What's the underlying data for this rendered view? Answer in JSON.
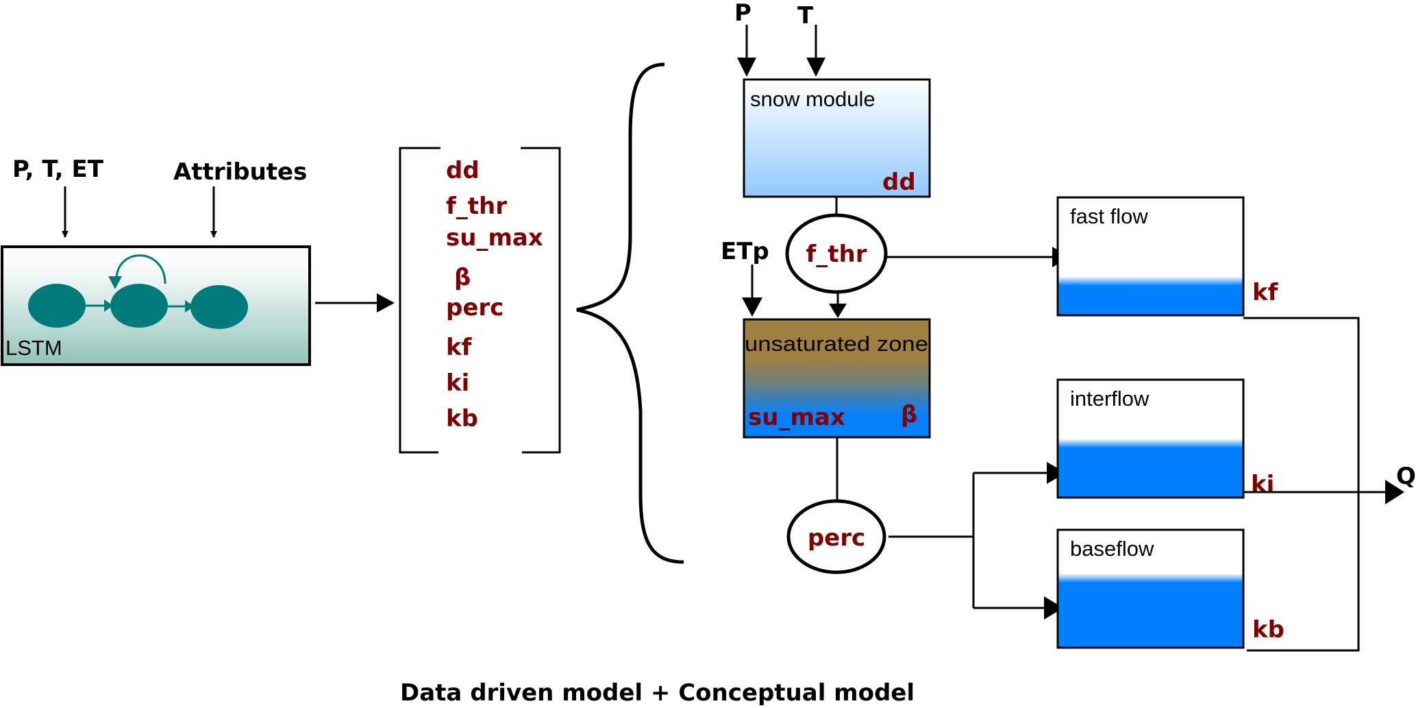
{
  "caption": "Data driven model + Conceptual model",
  "lstm": {
    "label": "LSTM",
    "inputs": [
      "P, T, ET",
      "Attributes"
    ],
    "node_color": "#007b7b"
  },
  "parameter_vector": {
    "items": [
      "dd",
      "f_thr",
      "su_max",
      "β",
      "perc",
      "kf",
      "ki",
      "kb"
    ]
  },
  "conceptual_model": {
    "snow_inputs": [
      "P",
      "T"
    ],
    "snow_module": {
      "label": "snow module",
      "param": "dd"
    },
    "threshold": {
      "label": "f_thr"
    },
    "etp_input": "ETp",
    "unsaturated_zone": {
      "label": "unsaturated zone",
      "params": [
        "su_max",
        "β"
      ]
    },
    "percolation": {
      "label": "perc"
    },
    "reservoirs": [
      {
        "label": "fast flow",
        "param": "kf",
        "water_level": 0.25
      },
      {
        "label": "interflow",
        "param": "ki",
        "water_level": 0.42
      },
      {
        "label": "baseflow",
        "param": "kb",
        "water_level": 0.55
      }
    ],
    "output": "Q"
  },
  "colors": {
    "param_text": "#800000",
    "water_blue": "#0080ff",
    "soil_brown": "#a08040",
    "snow_light": "#90c8ff"
  }
}
